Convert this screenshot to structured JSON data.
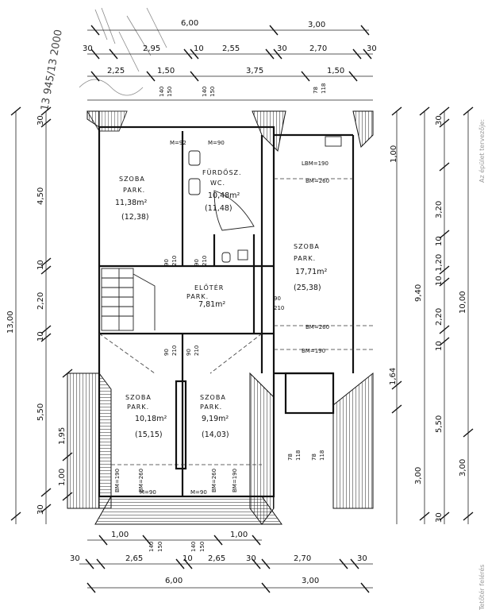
{
  "top_dims": {
    "row1": [
      "6,00",
      "3,00"
    ],
    "row2": [
      "30",
      "2,95",
      "10",
      "2,55",
      "30",
      "2,70",
      "30"
    ],
    "row3": [
      "2,25",
      "1,50",
      "3,75",
      "1,50"
    ],
    "window_top": [
      "140",
      "150",
      "140",
      "150",
      "78",
      "118"
    ]
  },
  "bottom_dims": {
    "row1": [
      "1,00",
      "1,00"
    ],
    "row2": [
      "30",
      "2,65",
      "10",
      "2,65",
      "30",
      "2,70",
      "30"
    ],
    "row3": [
      "6,00",
      "3,00"
    ],
    "window_bottom": [
      "140",
      "150",
      "140",
      "150"
    ]
  },
  "left_dims": {
    "overall": "13,00",
    "segments": [
      "30",
      "4,50",
      "10",
      "2,20",
      "10",
      "5,50",
      "30"
    ],
    "outer": [
      "1,95",
      "1,00"
    ]
  },
  "right_dims": {
    "inner": [
      "30",
      "1,00",
      "3,20",
      "10",
      "1,20",
      "10",
      "2,20",
      "10",
      "5,50",
      "30"
    ],
    "mid": [
      "9,40",
      "3,00",
      "1,64"
    ],
    "outer": [
      "10,00",
      "3,00"
    ],
    "window_right": [
      "78",
      "118"
    ]
  },
  "rooms": {
    "r1": {
      "name": "SZOBA",
      "sub": "PARK.",
      "area": "11,38m²",
      "area2": "(12,38)"
    },
    "r2": {
      "name": "FÜRDŐSZ.",
      "sub": "WC.",
      "area": "10,48m²",
      "area2": "(11,48)"
    },
    "r3": {
      "name": "SZOBA",
      "sub": "PARK.",
      "area": "17,71m²",
      "area2": "(25,38)"
    },
    "r4": {
      "name": "ELŐTÉR",
      "sub": "PARK.",
      "area": "7,81m²"
    },
    "r5": {
      "name": "SZOBA",
      "sub": "PARK.",
      "area": "10,18m²",
      "area2": "(15,15)"
    },
    "r6": {
      "name": "SZOBA",
      "sub": "PARK.",
      "area": "9,19m²",
      "area2": "(14,03)"
    }
  },
  "heights": {
    "m92": "M=92",
    "m90a": "M=90",
    "lbm190": "LBM=190",
    "bm260a": "BM=260",
    "bm260b": "BM=260",
    "bm190b": "BM=190",
    "bm190c": "BM=190",
    "bm260c": "BM=260",
    "bm260d": "BM=260",
    "bm190d": "BM=190",
    "m90b": "M=90",
    "m90c": "M=90"
  },
  "doors": [
    "90",
    "210",
    "90",
    "210",
    "90",
    "210",
    "90",
    "210",
    "90",
    "210",
    "78",
    "118"
  ],
  "margin_text": {
    "stamp": "13 945/13 2000",
    "right": "Az épület tervezője:",
    "bottom_right": "Tetőtér felérés"
  }
}
